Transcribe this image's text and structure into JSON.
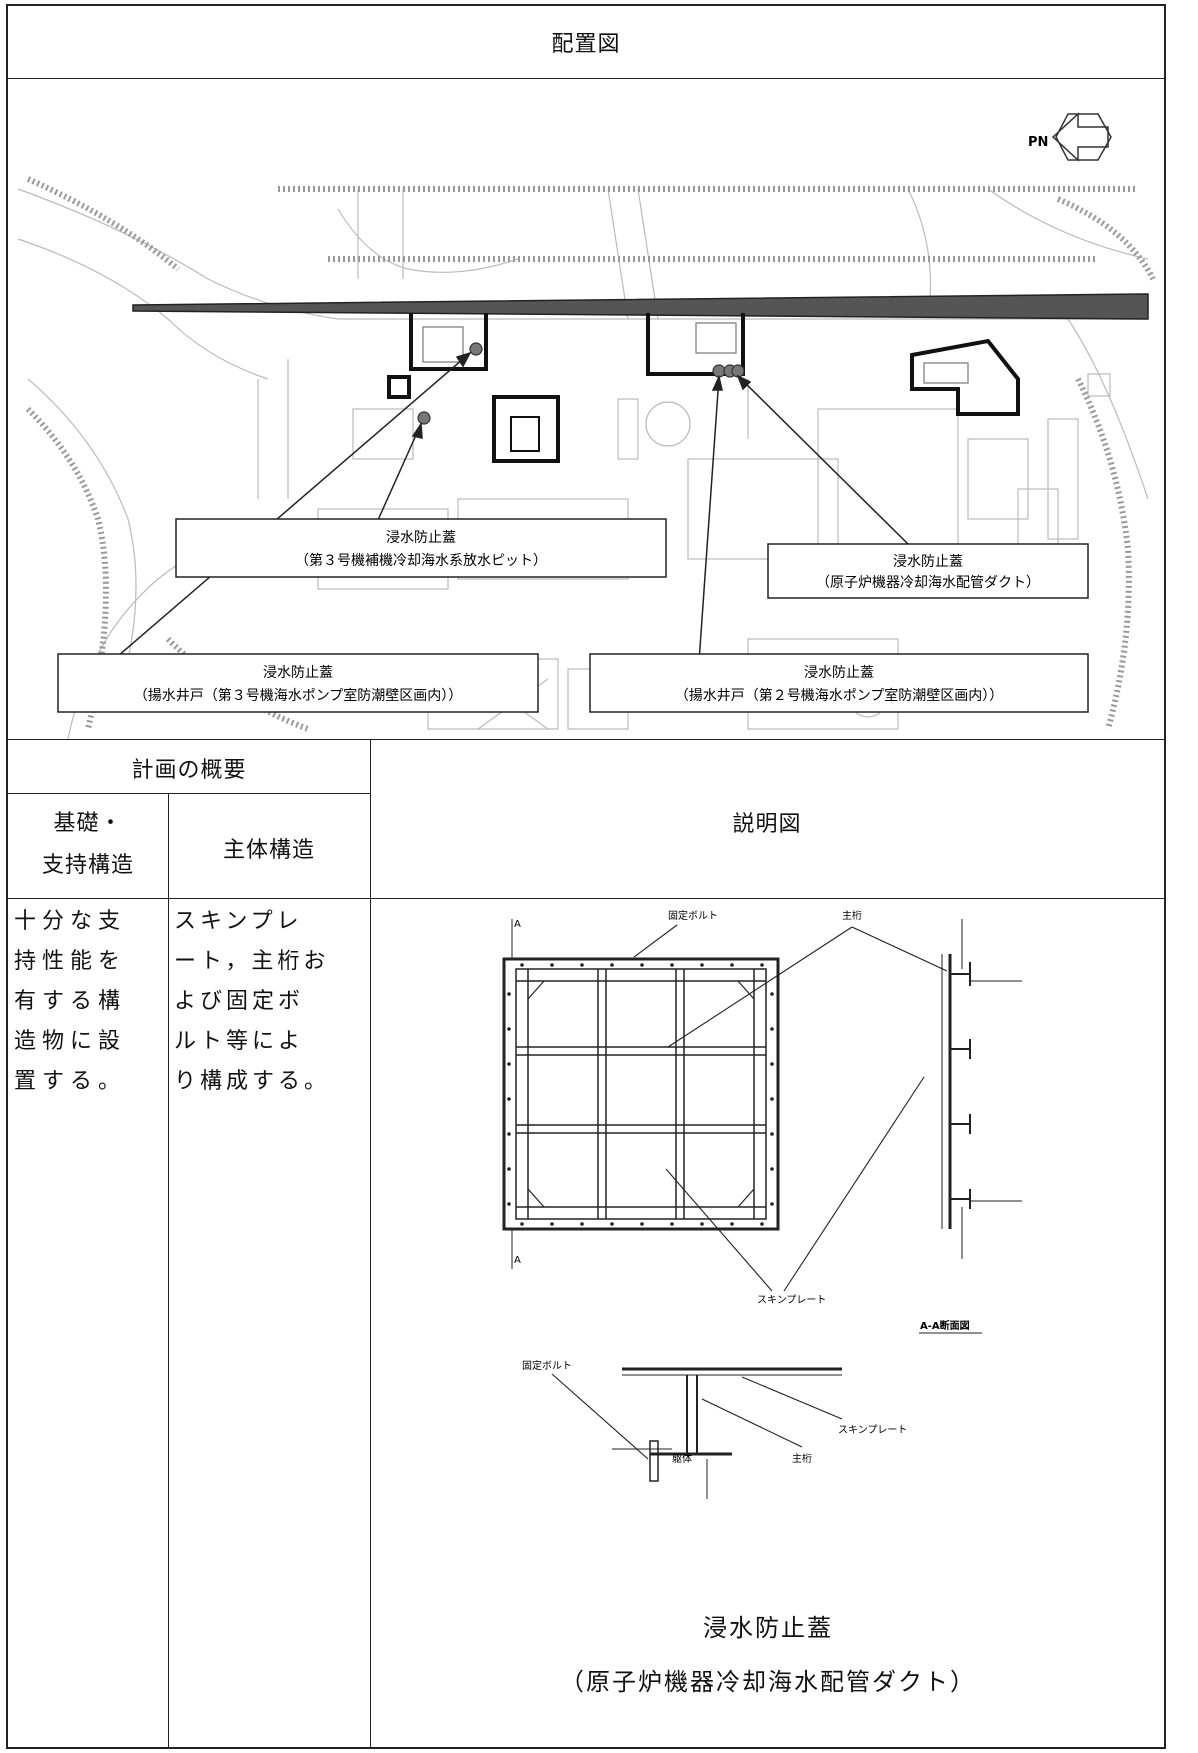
{
  "layout_title": "配置図",
  "north_label": "PN",
  "map_callouts": [
    {
      "line1": "浸水防止蓋",
      "line2": "（第３号機補機冷却海水系放水ピット）"
    },
    {
      "line1": "浸水防止蓋",
      "line2": "（原子炉機器冷却海水配管ダクト）"
    },
    {
      "line1": "浸水防止蓋",
      "line2": "（揚水井戸（第３号機海水ポンプ室防潮壁区画内））"
    },
    {
      "line1": "浸水防止蓋",
      "line2": "（揚水井戸（第２号機海水ポンプ室防潮壁区画内））"
    }
  ],
  "table": {
    "plan_overview": "計画の概要",
    "foundation_header": [
      "基礎・",
      "支持構造"
    ],
    "main_structure_header": "主体構造",
    "explanation_header": "説明図",
    "foundation_text": [
      "十分な支",
      "持性能を",
      "有する構",
      "造物に設",
      "置する。"
    ],
    "main_structure_text": [
      "スキンプレ",
      "ート，主桁お",
      "よび固定ボ",
      "ルト等によ",
      "り構成する。"
    ]
  },
  "drawing_labels": {
    "fixed_bolt": "固定ボルト",
    "main_girder": "主桁",
    "skin_plate": "スキンプレート",
    "section_mark": "A",
    "section_title": "A-A断面図",
    "body": "躯体"
  },
  "caption": {
    "line1": "浸水防止蓋",
    "line2": "（原子炉機器冷却海水配管ダクト）"
  }
}
